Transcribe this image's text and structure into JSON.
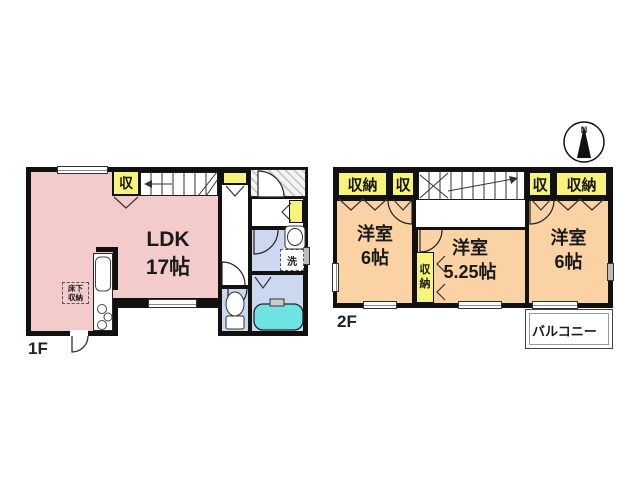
{
  "compass": {
    "label": "N"
  },
  "floor1": {
    "label": "1F",
    "room_ldk": {
      "name": "LDK",
      "size": "17帖"
    },
    "closet_top": {
      "label": "収"
    },
    "underfloor_storage": {
      "label": "床下収納"
    },
    "laundry_box": {
      "label": "洗"
    }
  },
  "floor2": {
    "label": "2F",
    "closet_far_left": {
      "label": "収納"
    },
    "closet_left": {
      "label": "収"
    },
    "closet_right": {
      "label": "収"
    },
    "closet_far_right": {
      "label": "収納"
    },
    "closet_middle": {
      "label": "収納"
    },
    "room_left": {
      "name": "洋室",
      "size": "6帖"
    },
    "room_middle": {
      "name": "洋室",
      "size": "5.25帖"
    },
    "room_right": {
      "name": "洋室",
      "size": "6帖"
    },
    "balcony": {
      "label": "バルコニー"
    }
  },
  "colors": {
    "ldk_pink": "#f4cbcb",
    "bedroom_peach": "#fad2a4",
    "closet_yellow": "#f8f37b",
    "wet_blue": "#ccd8ef",
    "tub_cyan": "#6fe3e1",
    "wall_black": "#111111"
  }
}
